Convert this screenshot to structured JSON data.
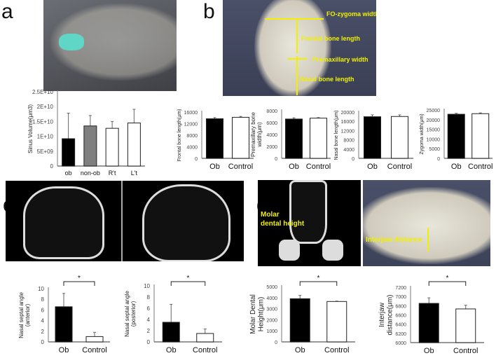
{
  "panels": {
    "a": {
      "letter": "a"
    },
    "b": {
      "letter": "b",
      "labels": [
        "FO-zygoma width",
        "Frontal bone length",
        "Premaxillary width",
        "Nasal bone length"
      ]
    },
    "c": {
      "letter": "c"
    },
    "d": {
      "letter": "d",
      "labels": [
        "Molar",
        "dental height",
        "Interjaw distance"
      ]
    }
  },
  "colors": {
    "ob": "#000000",
    "non_ob": "#7f7f7f",
    "control": "#ffffff",
    "annotation": "#f0f000"
  },
  "chart_data": [
    {
      "type": "bar",
      "ylabel": "Sinus Volume(μm3)",
      "categories": [
        "ob",
        "non-ob",
        "R't",
        "L't"
      ],
      "values": [
        9200000000.0,
        13500000000.0,
        12700000000.0,
        14500000000.0
      ],
      "errors": [
        8600000000.0,
        3500000000.0,
        2300000000.0,
        4600000000.0
      ],
      "ylim": [
        0,
        25000000000.0
      ],
      "ticks": [
        "0",
        "5E+09",
        "1E+10",
        "1.5E+10",
        "2E+10",
        "2.5E+10"
      ],
      "tick_values": [
        0,
        5000000000.0,
        10000000000.0,
        15000000000.0,
        20000000000.0,
        25000000000.0
      ],
      "fills": [
        "#000000",
        "#7f7f7f",
        "#ffffff",
        "#ffffff"
      ]
    },
    {
      "type": "bar",
      "ylabel": "Frontal bone length(μm)",
      "categories": [
        "Ob",
        "Control"
      ],
      "values": [
        13700,
        14200
      ],
      "errors": [
        400,
        300
      ],
      "ylim": [
        0,
        16000
      ],
      "ticks": [
        "0",
        "4000",
        "8000",
        "12000",
        "16000"
      ],
      "tick_values": [
        0,
        4000,
        8000,
        12000,
        16000
      ],
      "fills": [
        "#000000",
        "#ffffff"
      ]
    },
    {
      "type": "bar",
      "ylabel": "Premaxillary bone width(μm)",
      "categories": [
        "Ob",
        "Control"
      ],
      "values": [
        6600,
        6750
      ],
      "errors": [
        200,
        100
      ],
      "ylim": [
        0,
        8000
      ],
      "ticks": [
        "0",
        "2000",
        "4000",
        "6000",
        "8000"
      ],
      "tick_values": [
        0,
        2000,
        4000,
        6000,
        8000
      ],
      "fills": [
        "#000000",
        "#ffffff"
      ]
    },
    {
      "type": "bar",
      "ylabel": "Nasal bone length(μm)",
      "categories": [
        "Ob",
        "Control"
      ],
      "values": [
        18000,
        18100
      ],
      "errors": [
        800,
        700
      ],
      "ylim": [
        0,
        20000
      ],
      "ticks": [
        "0",
        "4000",
        "8000",
        "12000",
        "16000",
        "20000"
      ],
      "tick_values": [
        0,
        4000,
        8000,
        12000,
        16000,
        20000
      ],
      "fills": [
        "#000000",
        "#ffffff"
      ]
    },
    {
      "type": "bar",
      "ylabel": "Zygoma width(μm)",
      "categories": [
        "Ob",
        "Control"
      ],
      "values": [
        22800,
        23100
      ],
      "errors": [
        500,
        400
      ],
      "ylim": [
        0,
        25000
      ],
      "ticks": [
        "0",
        "5000",
        "10000",
        "15000",
        "20000",
        "25000"
      ],
      "tick_values": [
        0,
        5000,
        10000,
        15000,
        20000,
        25000
      ],
      "fills": [
        "#000000",
        "#ffffff"
      ]
    },
    {
      "type": "bar",
      "ylabel": "Nasal septal angle (anterior)",
      "categories": [
        "Ob",
        "Control"
      ],
      "values": [
        6.6,
        1.0
      ],
      "errors": [
        2.5,
        0.8
      ],
      "ylim": [
        0,
        10
      ],
      "ticks": [
        "0",
        "2",
        "4",
        "6",
        "8",
        "10"
      ],
      "tick_values": [
        0,
        2,
        4,
        6,
        8,
        10
      ],
      "fills": [
        "#000000",
        "#ffffff"
      ],
      "significance": "*"
    },
    {
      "type": "bar",
      "ylabel": "Nasal septal angle (posterior)",
      "categories": [
        "Ob",
        "Control"
      ],
      "values": [
        3.5,
        1.5
      ],
      "errors": [
        3.2,
        0.8
      ],
      "ylim": [
        0,
        10
      ],
      "ticks": [
        "0",
        "2",
        "4",
        "6",
        "8",
        "10"
      ],
      "tick_values": [
        0,
        2,
        4,
        6,
        8,
        10
      ],
      "fills": [
        "#000000",
        "#ffffff"
      ],
      "significance": "*"
    },
    {
      "type": "bar",
      "ylabel": "Molar Dental Height(μm)",
      "categories": [
        "Ob",
        "Control"
      ],
      "values": [
        3900,
        3650
      ],
      "errors": [
        300,
        30
      ],
      "ylim": [
        0,
        5000
      ],
      "ticks": [
        "0",
        "1000",
        "2000",
        "3000",
        "4000",
        "5000"
      ],
      "tick_values": [
        0,
        1000,
        2000,
        3000,
        4000,
        5000
      ],
      "fills": [
        "#000000",
        "#ffffff"
      ],
      "significance": "*"
    },
    {
      "type": "bar",
      "ylabel": "Interjaw distance(μm)",
      "categories": [
        "Ob",
        "Control"
      ],
      "values": [
        6850,
        6730
      ],
      "errors": [
        120,
        80
      ],
      "ylim": [
        6000,
        7200
      ],
      "ticks": [
        "6000",
        "6200",
        "6400",
        "6600",
        "6800",
        "7000",
        "7200"
      ],
      "tick_values": [
        6000,
        6200,
        6400,
        6600,
        6800,
        7000,
        7200
      ],
      "fills": [
        "#000000",
        "#ffffff"
      ],
      "significance": "*"
    }
  ]
}
